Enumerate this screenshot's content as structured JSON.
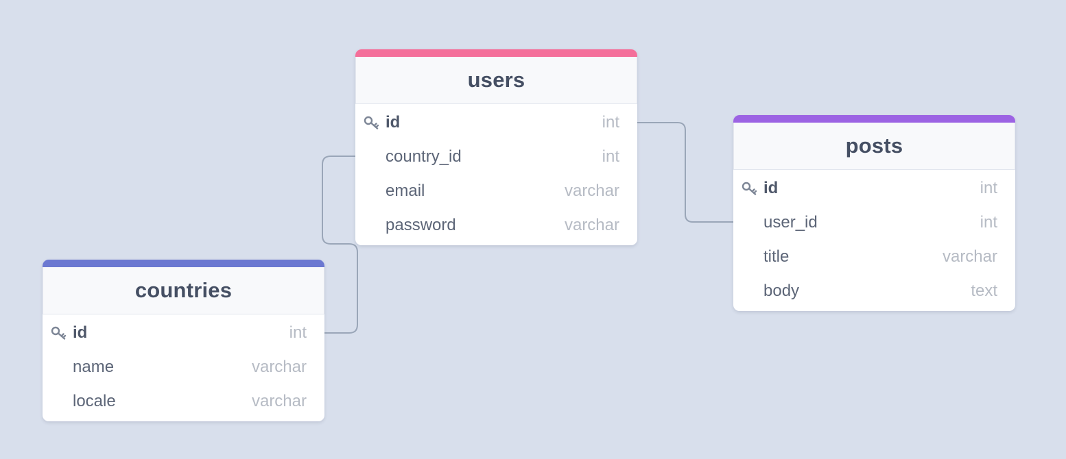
{
  "diagram": {
    "tables": [
      {
        "name": "users",
        "accent_color": "#f46f9a",
        "columns": [
          {
            "name": "id",
            "type": "int",
            "primary_key": true
          },
          {
            "name": "country_id",
            "type": "int",
            "primary_key": false
          },
          {
            "name": "email",
            "type": "varchar",
            "primary_key": false
          },
          {
            "name": "password",
            "type": "varchar",
            "primary_key": false
          }
        ]
      },
      {
        "name": "posts",
        "accent_color": "#9c63e3",
        "columns": [
          {
            "name": "id",
            "type": "int",
            "primary_key": true
          },
          {
            "name": "user_id",
            "type": "int",
            "primary_key": false
          },
          {
            "name": "title",
            "type": "varchar",
            "primary_key": false
          },
          {
            "name": "body",
            "type": "text",
            "primary_key": false
          }
        ]
      },
      {
        "name": "countries",
        "accent_color": "#6b78d1",
        "columns": [
          {
            "name": "id",
            "type": "int",
            "primary_key": true
          },
          {
            "name": "name",
            "type": "varchar",
            "primary_key": false
          },
          {
            "name": "locale",
            "type": "varchar",
            "primary_key": false
          }
        ]
      }
    ],
    "relations": [
      {
        "from": "users.id",
        "to": "posts.user_id"
      },
      {
        "from": "users.country_id",
        "to": "countries.id"
      }
    ],
    "colors": {
      "background": "#d8dfec",
      "connector": "#9aa6b8",
      "key_icon": "#7d8696"
    }
  }
}
